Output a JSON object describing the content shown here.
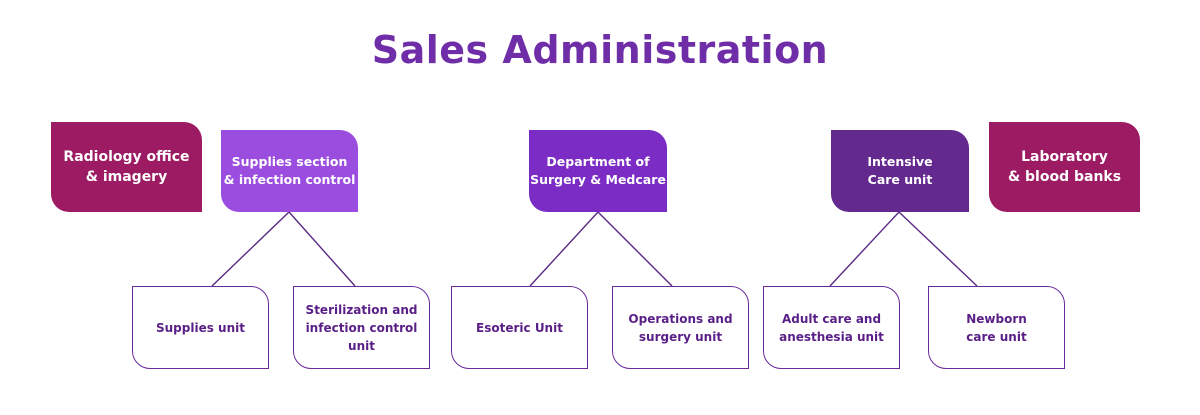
{
  "title": "Sales Administration",
  "colors": {
    "title": "#6f2da8",
    "magenta_box": "#9c1b63",
    "violet_light": "#9b4ddf",
    "violet_mid": "#7a2cc4",
    "violet_dark": "#64298f",
    "unit_border": "#6a2a9a"
  },
  "top_boxes": [
    {
      "label": "Radiology office\n& imagery"
    },
    {
      "label": "Supplies section\n& infection control"
    },
    {
      "label": "Department of\nSurgery & Medcare"
    },
    {
      "label": "Intensive\nCare unit"
    },
    {
      "label": "Laboratory\n& blood banks"
    }
  ],
  "units": [
    {
      "label": "Supplies unit"
    },
    {
      "label": "Sterilization and\ninfection control\nunit"
    },
    {
      "label": "Esoteric Unit"
    },
    {
      "label": "Operations and\nsurgery unit"
    },
    {
      "label": "Adult care and\nanesthesia unit"
    },
    {
      "label": "Newborn\ncare unit"
    }
  ]
}
